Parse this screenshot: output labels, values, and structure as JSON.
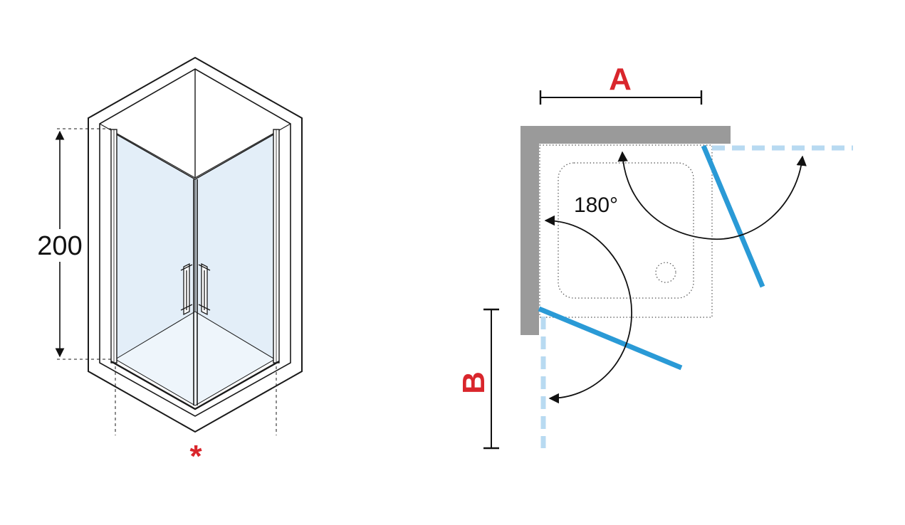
{
  "elevation": {
    "height_label": "200",
    "note_marker": "*"
  },
  "plan": {
    "dimension_a": "A",
    "dimension_b": "B",
    "angle_label": "180°"
  },
  "colors": {
    "outline": "#1a1a1a",
    "glass_fill": "#e3eef8",
    "floor_fill": "#eef5fb",
    "wall_gray": "#9a9a9a",
    "door_blue": "#2a9ad6",
    "door_ghost": "#b8daf1",
    "accent_red": "#d9262c"
  }
}
